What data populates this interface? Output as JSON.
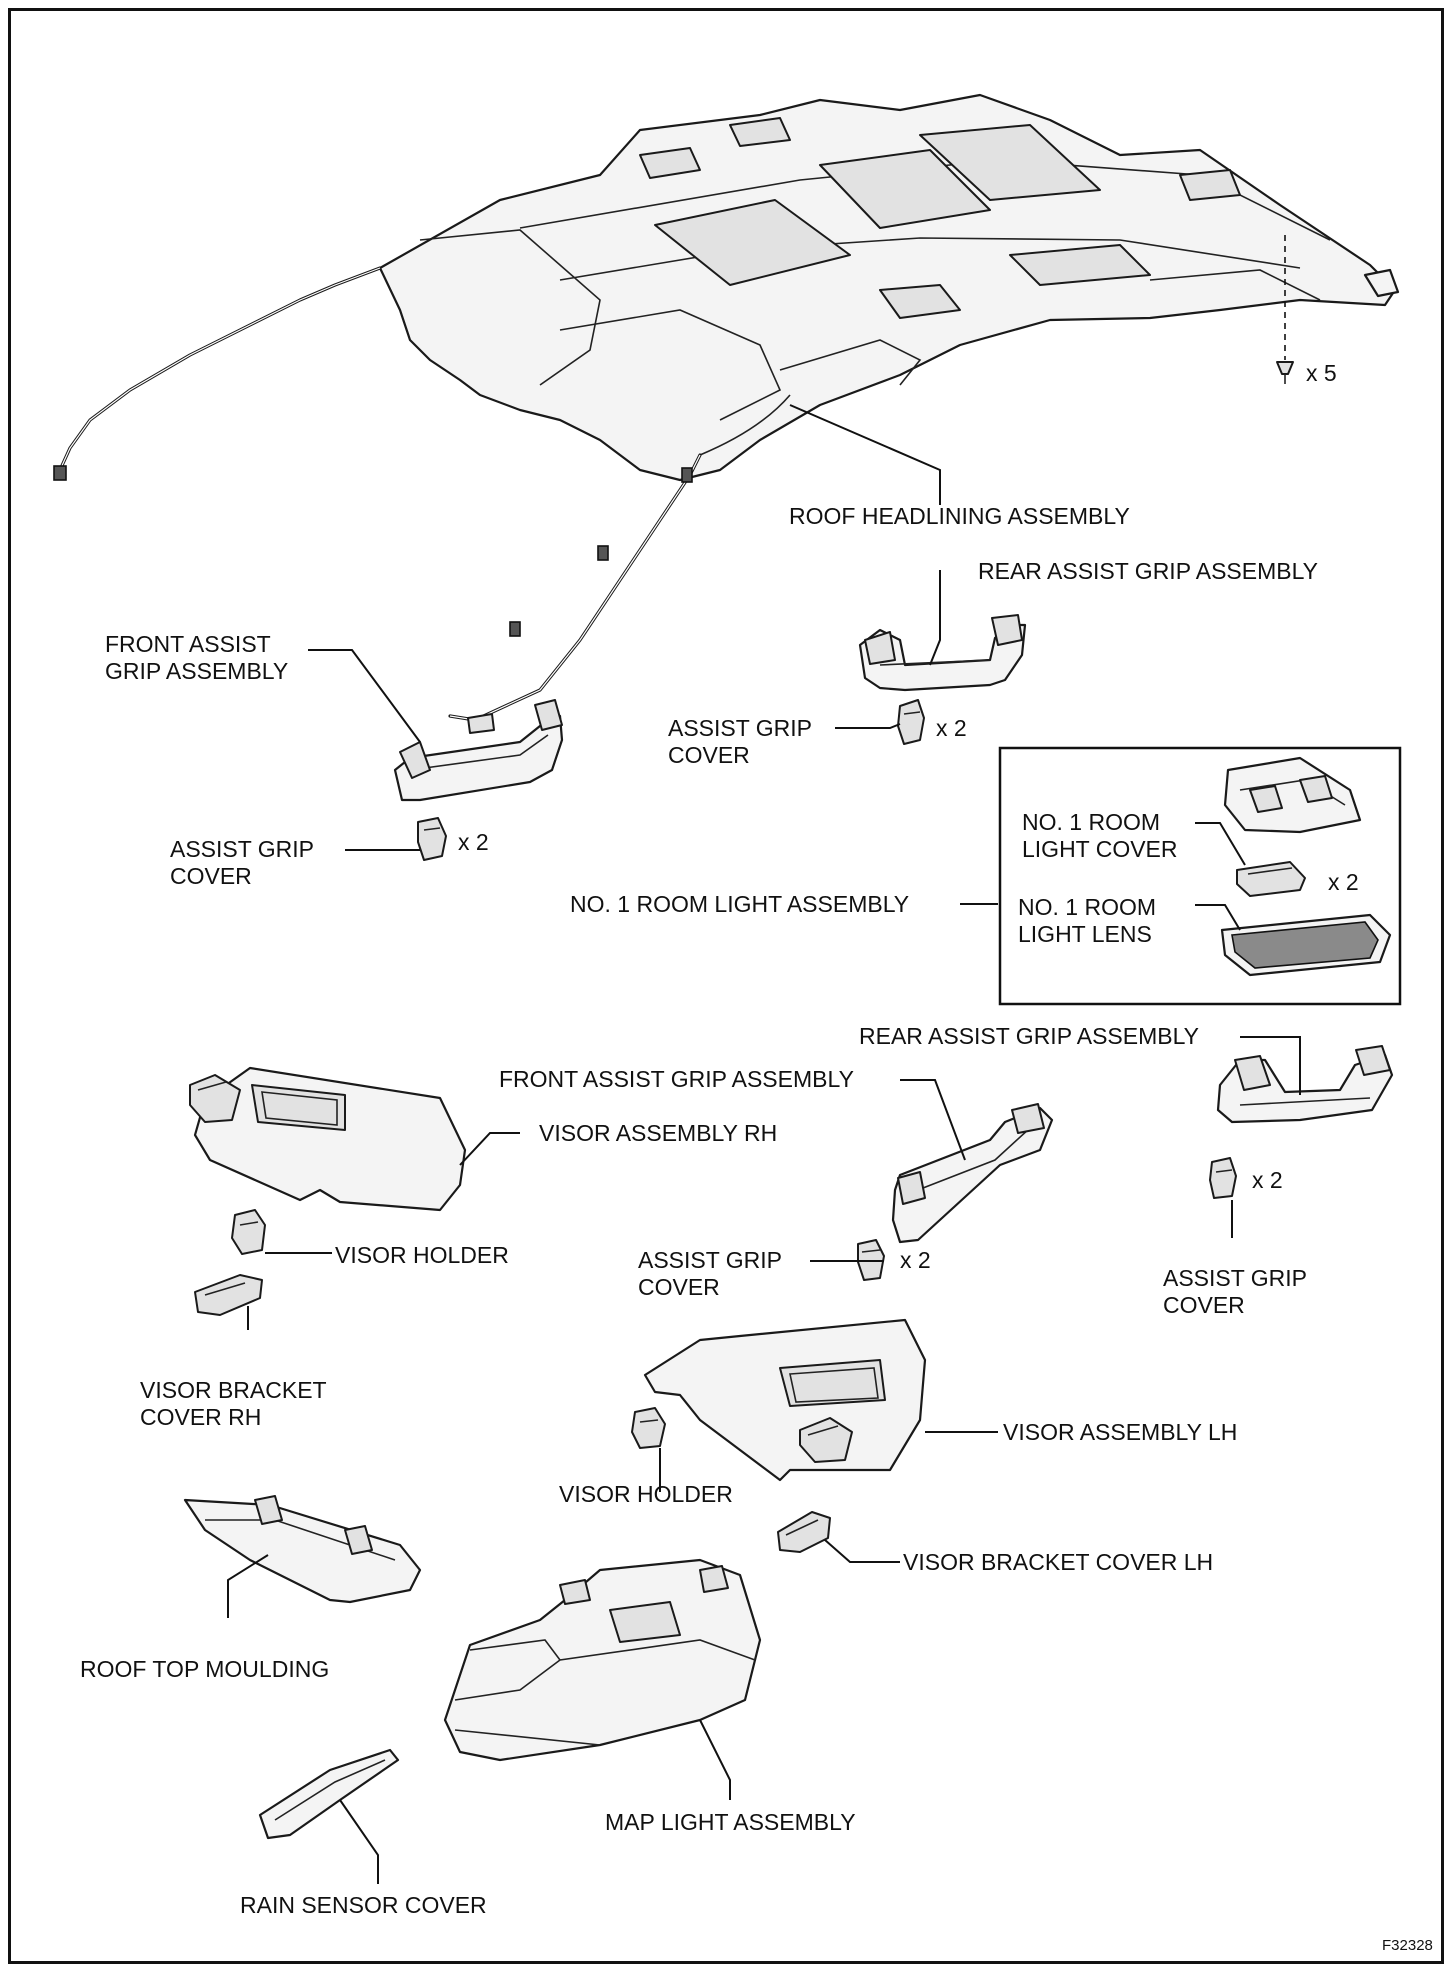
{
  "labels": {
    "roof_headlining": "ROOF HEADLINING ASSEMBLY",
    "clip_qty": "x 5",
    "rear_grip_top": "REAR ASSIST GRIP ASSEMBLY",
    "front_grip_top_1": "FRONT ASSIST",
    "front_grip_top_2": "GRIP ASSEMBLY",
    "grip_cover_top_1": "ASSIST GRIP",
    "grip_cover_top_2": "COVER",
    "grip_cover_top_qty": "x 2",
    "grip_cover_left_1": "ASSIST GRIP",
    "grip_cover_left_2": "COVER",
    "grip_cover_left_qty": "x 2",
    "room_light_cover_1": "NO. 1 ROOM",
    "room_light_cover_2": "LIGHT COVER",
    "room_light_cover_qty": "x 2",
    "room_light_lens_1": "NO. 1 ROOM",
    "room_light_lens_2": "LIGHT LENS",
    "room_light_assembly": "NO. 1 ROOM LIGHT ASSEMBLY",
    "rear_grip_mid": "REAR ASSIST GRIP ASSEMBLY",
    "front_grip_mid": "FRONT ASSIST GRIP ASSEMBLY",
    "visor_rh": "VISOR ASSEMBLY RH",
    "visor_holder_rh": "VISOR HOLDER",
    "visor_bracket_rh_1": "VISOR BRACKET",
    "visor_bracket_rh_2": "COVER RH",
    "grip_cover_mid_1": "ASSIST GRIP",
    "grip_cover_mid_2": "COVER",
    "grip_cover_mid_qty": "x 2",
    "grip_cover_right_qty": "x 2",
    "grip_cover_right_1": "ASSIST GRIP",
    "grip_cover_right_2": "COVER",
    "visor_lh": "VISOR ASSEMBLY LH",
    "visor_holder_lh": "VISOR HOLDER",
    "visor_bracket_lh": "VISOR BRACKET COVER LH",
    "roof_top_moulding": "ROOF TOP MOULDING",
    "map_light": "MAP LIGHT ASSEMBLY",
    "rain_sensor_cover": "RAIN SENSOR COVER",
    "figure_code": "F32328"
  }
}
